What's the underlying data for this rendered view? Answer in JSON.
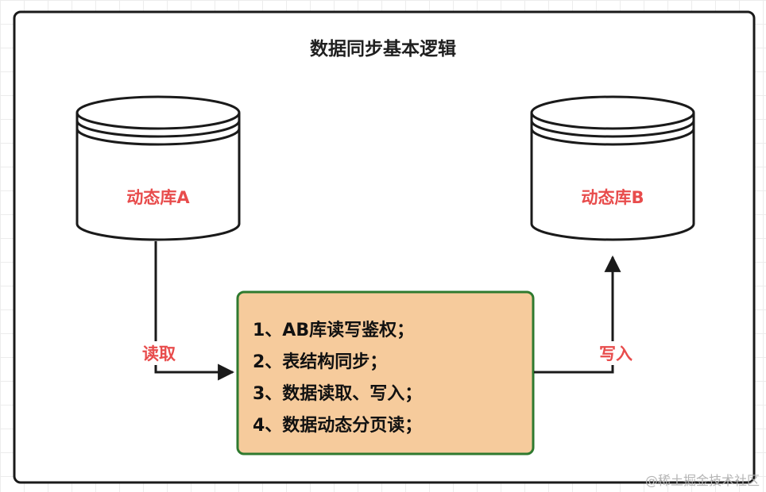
{
  "diagram": {
    "title": "数据同步基本逻辑",
    "databases": [
      {
        "id": "db-a",
        "label": "动态库A"
      },
      {
        "id": "db-b",
        "label": "动态库B"
      }
    ],
    "process": {
      "steps": [
        "1、AB库读写鉴权；",
        "2、表结构同步；",
        "3、数据读取、写入；",
        "4、数据动态分页读；"
      ]
    },
    "edges": [
      {
        "from": "db-a",
        "to": "process",
        "label": "读取"
      },
      {
        "from": "process",
        "to": "db-b",
        "label": "写入"
      }
    ]
  },
  "watermark": "@稀土掘金技术社区",
  "colors": {
    "label_red": "#e84c4c",
    "process_fill": "#f6cb9c",
    "process_border": "#2f7a2f",
    "outline": "#1a1a1a",
    "watermark": "#b4b4b4"
  }
}
